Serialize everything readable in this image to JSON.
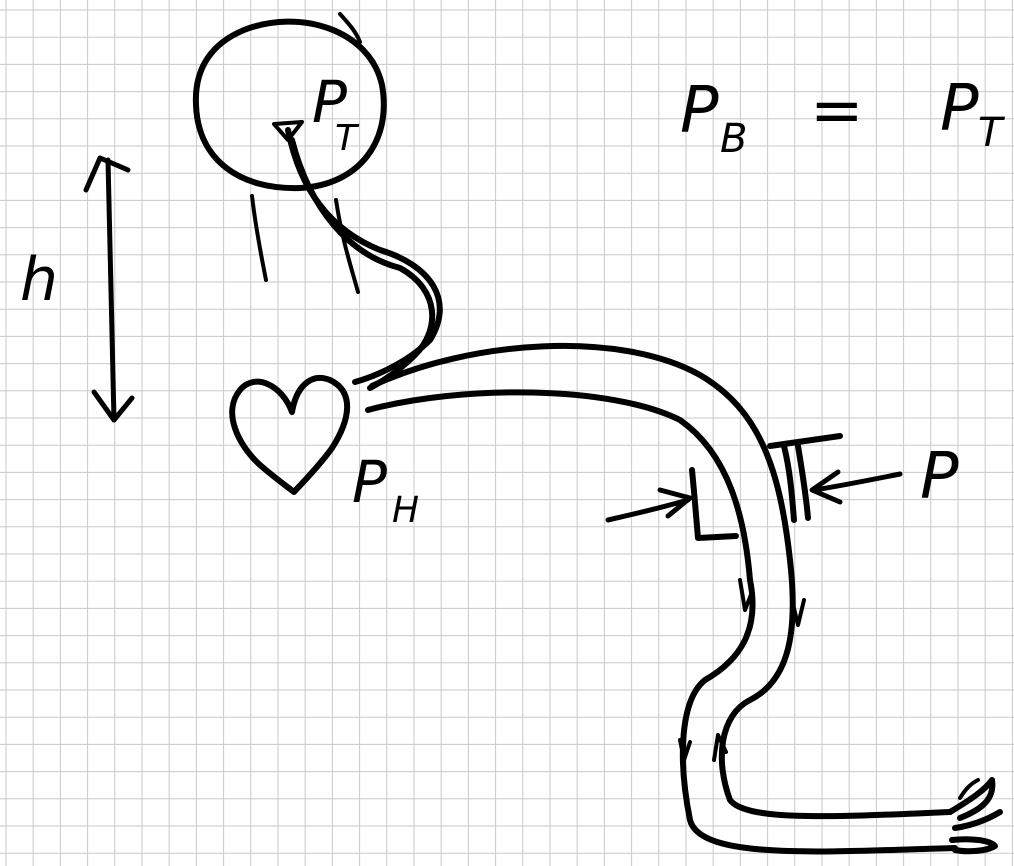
{
  "labels": {
    "height": "h",
    "brain_pressure_P": "P",
    "brain_pressure_sub": "T",
    "heart_pressure_P": "P",
    "heart_pressure_sub": "H",
    "equation_left_P": "P",
    "equation_left_sub": "B",
    "equation_equals": "=",
    "equation_right_P": "P",
    "equation_right_sub": "T",
    "applied_pressure": "P"
  },
  "icons": {
    "brain": "circle-outline",
    "heart": "heart-outline",
    "vessel": "tube-outline",
    "hand": "hand-fingers"
  },
  "colors": {
    "ink": "#000000",
    "grid": "#c9c9c9",
    "paper": "#ffffff"
  }
}
